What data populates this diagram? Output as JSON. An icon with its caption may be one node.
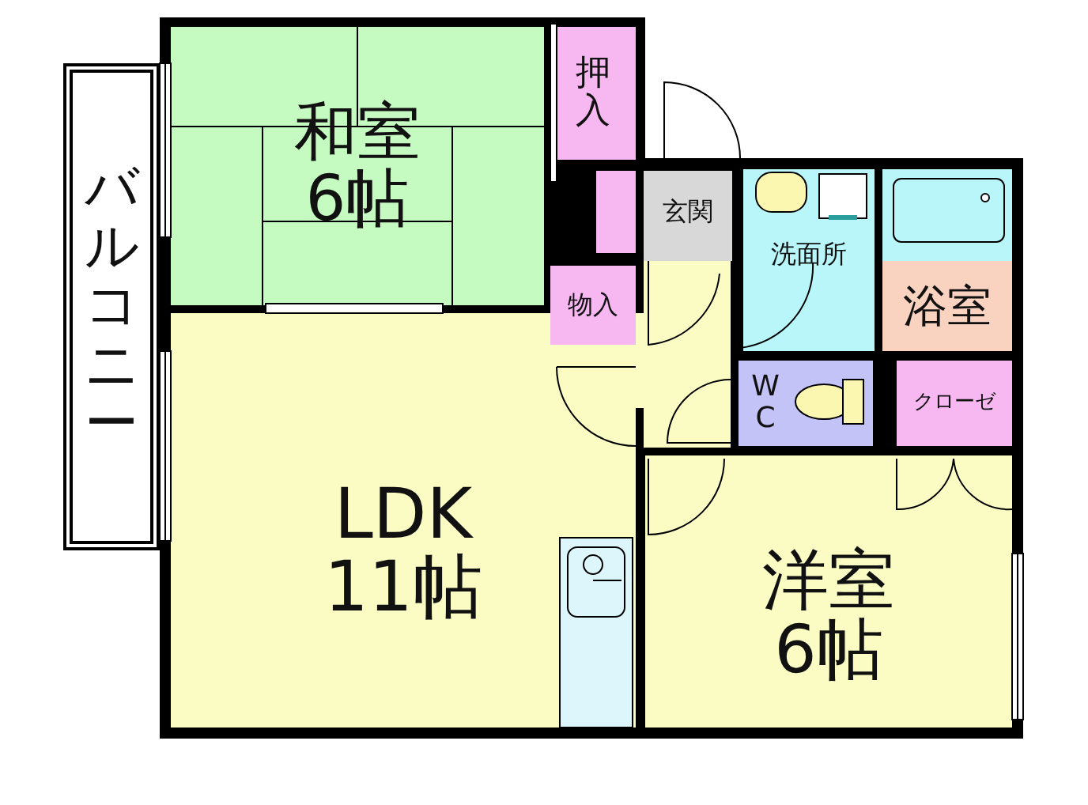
{
  "diagram": {
    "nodes": [
      {
        "text": [
          "バルコニー"
        ]
      },
      {
        "text": [
          "和室",
          "6帖"
        ]
      },
      {
        "text": [
          "押入"
        ]
      },
      {
        "text": [
          "玄関"
        ]
      },
      {
        "text": [
          "洗面所"
        ]
      },
      {
        "text": [
          "浴室"
        ]
      },
      {
        "text": [
          "物入"
        ]
      },
      {
        "text": [
          "WC"
        ]
      },
      {
        "text": [
          "クローゼ"
        ]
      },
      {
        "text": [
          "LDK",
          "11帖"
        ]
      },
      {
        "text": [
          "洋室",
          "6帖"
        ]
      }
    ]
  }
}
